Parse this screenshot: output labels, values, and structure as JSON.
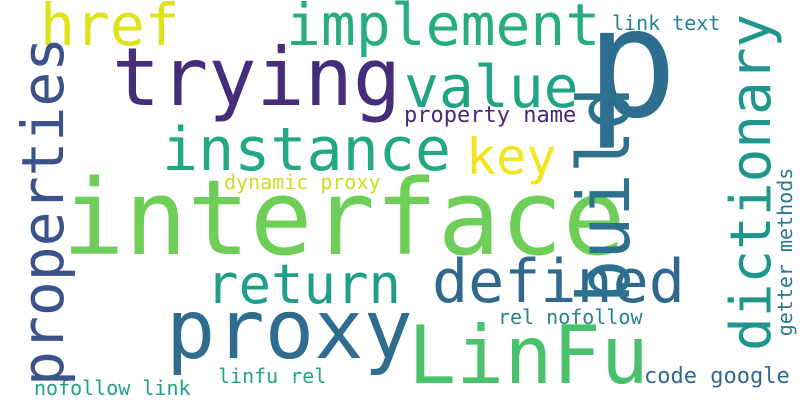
{
  "words": {
    "p": {
      "text": "p",
      "color": "#2d6e8e"
    },
    "interface": {
      "text": "interface",
      "color": "#6ece58"
    },
    "trying": {
      "text": "trying",
      "color": "#472c7a"
    },
    "proxy": {
      "text": "proxy",
      "color": "#2f6c8e"
    },
    "linfu": {
      "text": "LinFu",
      "color": "#4ac16d"
    },
    "build": {
      "text": "build",
      "color": "#2c728e"
    },
    "properties": {
      "text": "properties",
      "color": "#3b528b"
    },
    "implement": {
      "text": "implement",
      "color": "#27ad81"
    },
    "instance": {
      "text": "instance",
      "color": "#23a884"
    },
    "defined": {
      "text": "defined",
      "color": "#31688e"
    },
    "return": {
      "text": "return",
      "color": "#1f9e89"
    },
    "dictionary": {
      "text": "dictionary",
      "color": "#1f968b"
    },
    "value": {
      "text": "value",
      "color": "#20a486"
    },
    "href": {
      "text": "href",
      "color": "#dde318"
    },
    "key": {
      "text": "key",
      "color": "#f1e51d"
    },
    "property_name": {
      "text": "property name",
      "color": "#482878"
    },
    "dynamic_proxy": {
      "text": "dynamic proxy",
      "color": "#c8e020"
    },
    "link_text": {
      "text": "link text",
      "color": "#26828e"
    },
    "getter_methods": {
      "text": "getter methods",
      "color": "#2a788e"
    },
    "rel_nofollow": {
      "text": "rel nofollow",
      "color": "#26828e"
    },
    "code_google": {
      "text": "code google",
      "color": "#306a8e"
    },
    "linfu_rel": {
      "text": "linfu rel",
      "color": "#22a785"
    },
    "nofollow_link": {
      "text": "nofollow link",
      "color": "#1f9f88"
    }
  }
}
